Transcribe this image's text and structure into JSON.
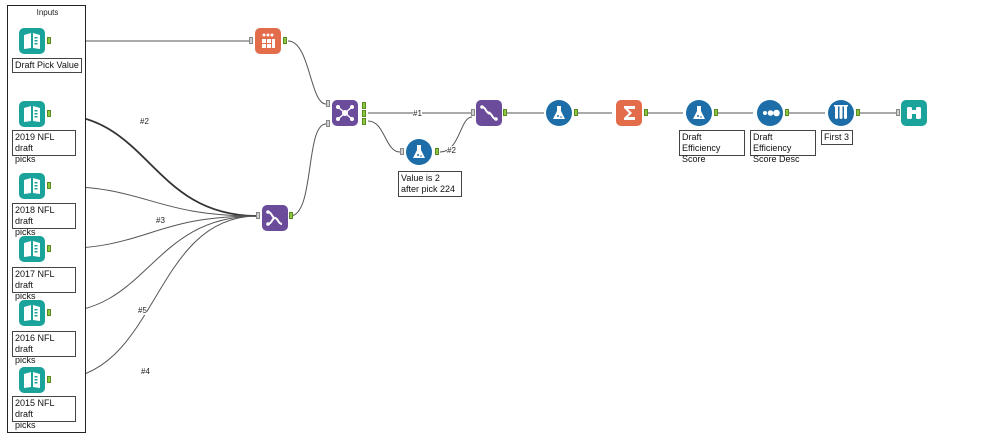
{
  "container": {
    "title": "Inputs"
  },
  "inputs": [
    {
      "label": "Draft Pick Value"
    },
    {
      "label": "2019 NFL draft\npicks"
    },
    {
      "label": "2018 NFL draft\npicks"
    },
    {
      "label": "2017 NFL draft\npicks"
    },
    {
      "label": "2016 NFL draft\npicks"
    },
    {
      "label": "2015 NFL draft\npicks"
    }
  ],
  "tools": {
    "text_to_columns": {
      "icon": "text-to-columns-icon"
    },
    "union": {
      "icon": "union-icon"
    },
    "join_multiple": {
      "icon": "join-multiple-icon"
    },
    "formula_value": {
      "label": "Value is 2\nafter pick 224",
      "icon": "formula-icon"
    },
    "join_main": {
      "icon": "join-icon"
    },
    "formula_main": {
      "icon": "formula-icon"
    },
    "summarize": {
      "icon": "summarize-icon"
    },
    "formula_efficiency": {
      "label": "Draft Efficiency\nScore",
      "icon": "formula-icon"
    },
    "sort": {
      "label": "Draft Efficiency\nScore Desc",
      "icon": "sort-icon"
    },
    "sample": {
      "label": "First 3",
      "icon": "sample-icon"
    },
    "browse": {
      "icon": "browse-icon"
    }
  },
  "wire_labels": {
    "w2019": "#2",
    "w2018": "#3",
    "w2016": "#5",
    "w2015": "#4",
    "w1": "#1",
    "w2": "#2"
  },
  "colors": {
    "input_teal": "#1aa39a",
    "preparation_orange": "#e36c4b",
    "join_purple": "#6b4c9a",
    "formula_blue": "#1d6ea8",
    "summarize_orange": "#e36c4b",
    "browse_teal": "#1aa39a",
    "anchor_green": "#8dc63f"
  }
}
